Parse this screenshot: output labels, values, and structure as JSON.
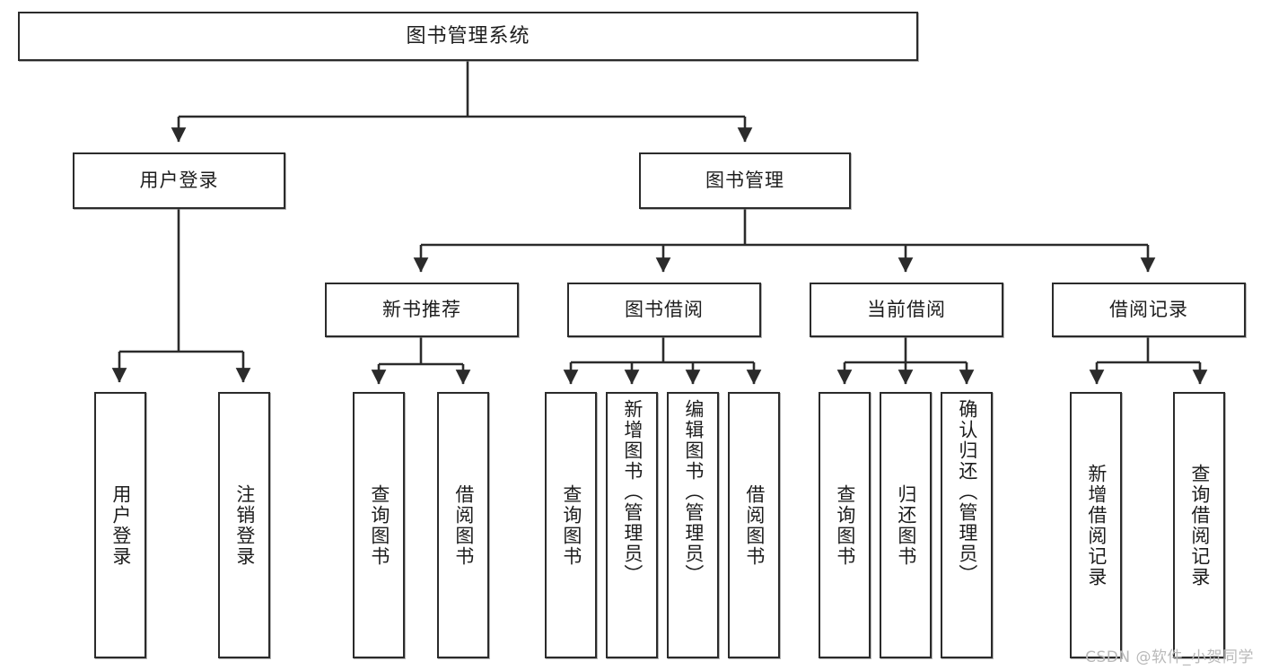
{
  "diagram": {
    "type": "tree-hierarchy",
    "title": "图书管理系统",
    "watermark": "CSDN @软件_小贺同学",
    "colors": {
      "node_border": "#2b2b2b",
      "node_fill": "#ffffff",
      "edge": "#2b2b2b",
      "text": "#1d1d1d",
      "watermark": "#b9b9b9",
      "background": "#ffffff"
    },
    "nodes": {
      "root": {
        "id": "root",
        "label": "图书管理系统",
        "level": 1
      },
      "l2": [
        {
          "id": "user-login",
          "label": "用户登录",
          "level": 2
        },
        {
          "id": "book-manage",
          "label": "图书管理",
          "level": 2
        }
      ],
      "l3": [
        {
          "id": "new-book-rec",
          "label": "新书推荐",
          "level": 3,
          "parent": "book-manage"
        },
        {
          "id": "book-borrow",
          "label": "图书借阅",
          "level": 3,
          "parent": "book-manage"
        },
        {
          "id": "current-borrow",
          "label": "当前借阅",
          "level": 3,
          "parent": "book-manage"
        },
        {
          "id": "borrow-record",
          "label": "借阅记录",
          "level": 3,
          "parent": "book-manage"
        }
      ],
      "leaves": [
        {
          "id": "leaf-user-login",
          "label": "用户登录",
          "parent": "user-login"
        },
        {
          "id": "leaf-logout-login",
          "label": "注销登录",
          "parent": "user-login"
        },
        {
          "id": "leaf-query-book-1",
          "label": "查询图书",
          "parent": "new-book-rec"
        },
        {
          "id": "leaf-borrow-book-1",
          "label": "借阅图书",
          "parent": "new-book-rec"
        },
        {
          "id": "leaf-query-book-2",
          "label": "查询图书",
          "parent": "book-borrow"
        },
        {
          "id": "leaf-add-book",
          "label": "新增图书（管理员）",
          "parent": "book-borrow"
        },
        {
          "id": "leaf-edit-book",
          "label": "编辑图书（管理员）",
          "parent": "book-borrow"
        },
        {
          "id": "leaf-borrow-book-2",
          "label": "借阅图书",
          "parent": "book-borrow"
        },
        {
          "id": "leaf-query-book-3",
          "label": "查询图书",
          "parent": "current-borrow"
        },
        {
          "id": "leaf-return-book",
          "label": "归还图书",
          "parent": "current-borrow"
        },
        {
          "id": "leaf-confirm-return",
          "label": "确认归还（管理员）",
          "parent": "current-borrow"
        },
        {
          "id": "leaf-add-record",
          "label": "新增借阅记录",
          "parent": "borrow-record"
        },
        {
          "id": "leaf-query-record",
          "label": "查询借阅记录",
          "parent": "borrow-record"
        }
      ]
    }
  }
}
